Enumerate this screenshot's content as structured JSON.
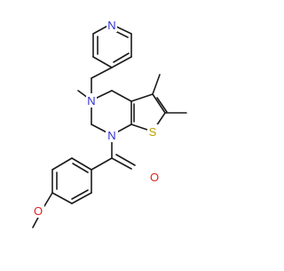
{
  "molecule": {
    "atoms": [
      {
        "id": "pyr_N",
        "symbol": "N",
        "color": "#2f2fd0"
      },
      {
        "id": "ring_N3",
        "symbol": "N",
        "color": "#2f2fd0"
      },
      {
        "id": "ring_N1",
        "symbol": "N",
        "color": "#2f2fd0"
      },
      {
        "id": "thio_S",
        "symbol": "S",
        "color": "#b8a000"
      },
      {
        "id": "carbonyl_O",
        "symbol": "O",
        "color": "#e02020"
      },
      {
        "id": "methoxy_O",
        "symbol": "O",
        "color": "#e02020"
      }
    ]
  }
}
